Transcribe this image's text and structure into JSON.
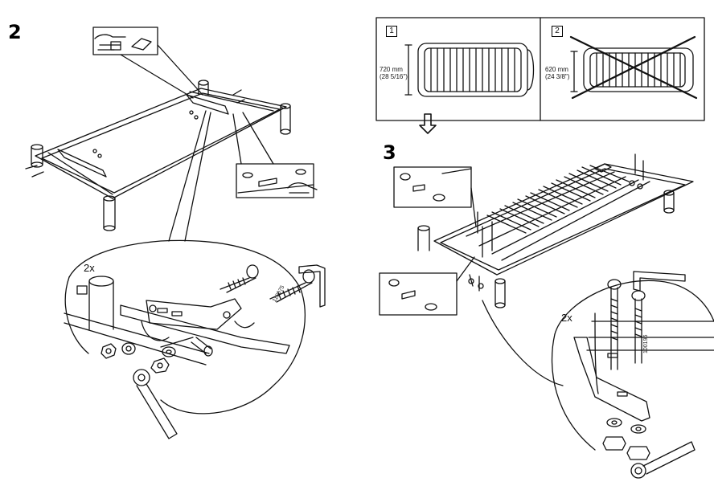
{
  "steps": [
    {
      "number": "2",
      "quantity_label": "2x",
      "part_number": "110075"
    },
    {
      "number": "3",
      "quantity_label": "2x",
      "part_number": "100196"
    }
  ],
  "options": [
    {
      "number": "1",
      "dimension": "720 mm",
      "dimension_in": "(28 5/16\")",
      "valid": true
    },
    {
      "number": "2",
      "dimension": "620 mm",
      "dimension_in": "(24 3/8\")",
      "valid": false
    }
  ],
  "colors": {
    "line": "#111111",
    "background": "#ffffff"
  },
  "icons": [
    "pointing-hand-icon",
    "down-arrow-icon",
    "cross-mark-icon",
    "hex-key-icon",
    "spanner-icon",
    "bolt-icon",
    "nut-icon",
    "washer-icon"
  ]
}
